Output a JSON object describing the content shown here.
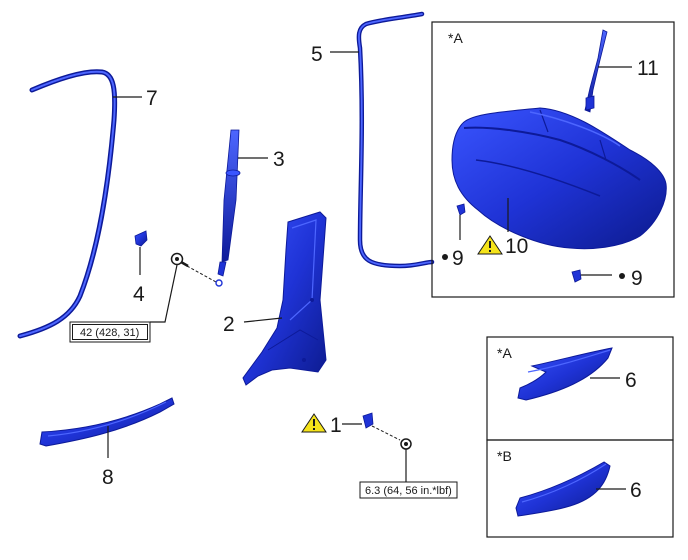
{
  "frames": {
    "detail_a": "*A",
    "inset_a": "*A",
    "inset_b": "*B"
  },
  "callouts": {
    "p1": "1",
    "p2": "2",
    "p3": "3",
    "p4": "4",
    "p5": "5",
    "p6a": "6",
    "p6b": "6",
    "p7": "7",
    "p8": "8",
    "p9a": "9",
    "p9b": "9",
    "p10": "10",
    "p11": "11"
  },
  "torque": {
    "seat_belt_anchor": "42 (428, 31)",
    "part1_bolt": "6.3 (64, 56 in.*lbf)"
  },
  "colors": {
    "part_blue": "#1f33d6",
    "part_dark": "#0d1a99",
    "warning_yellow": "#f5e31a",
    "line": "#1a1a1a"
  },
  "icons": [
    "caution-triangle-icon",
    "bullet-dot-icon"
  ]
}
